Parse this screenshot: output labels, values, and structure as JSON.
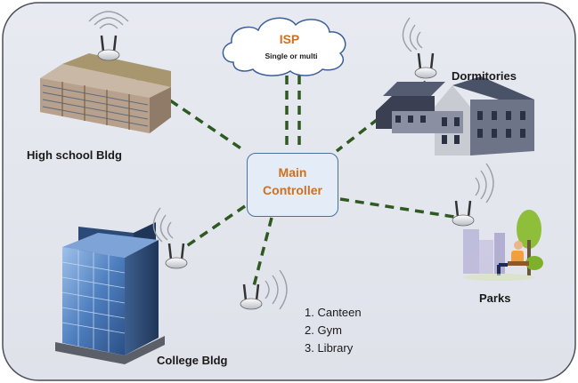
{
  "isp": {
    "title": "ISP",
    "subtitle": "Single or multi"
  },
  "controller": {
    "line1": "Main",
    "line2": "Controller"
  },
  "nodes": {
    "high_school": "High school Bldg",
    "dormitories": "Dormitories",
    "college": "College Bldg",
    "parks": "Parks"
  },
  "facilities": [
    "1. Canteen",
    "2. Gym",
    "3. Library"
  ],
  "colors": {
    "background": "#e3e6ee",
    "link": "#2e5a22",
    "accent": "#d0701f",
    "controller_border": "#4a6fa0"
  },
  "icons": [
    "wifi-access-point-icon",
    "cloud-icon",
    "building-icon",
    "dormitory-icon",
    "park-icon"
  ]
}
